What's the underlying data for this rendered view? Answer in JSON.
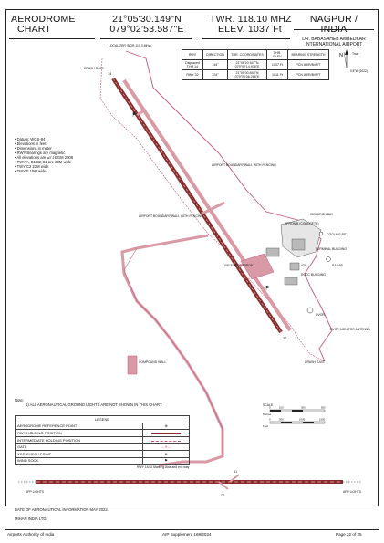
{
  "header": {
    "title_left_1": "AERODROME",
    "title_left_2": "CHART",
    "coord_lat": "21°05'30.149\"N",
    "coord_lon": "079°02'53.587\"E",
    "twr": "TWR. 118.10 MHZ",
    "elev": "ELEV. 1037 Ft",
    "city": "NAGPUR / INDIA",
    "airport_1": "DR. BABASAHEB AMBEDKAR",
    "airport_2": "INTERNATIONAL AIRPORT"
  },
  "bearing_table": {
    "headers": [
      "RWY",
      "DIRECTION",
      "THR. COORDINATES",
      "THR. ELEV",
      "BEARING STRENGTH"
    ],
    "rows": [
      [
        "Displaced THR 14",
        "144°",
        "21°06'20.547\"N 079°02'14.976\"E",
        "1037 Ft",
        "PCN 68/R/B/W/T"
      ],
      [
        "RWY 32",
        "324°",
        "21°05'00.843\"N 079°03'08.286\"E",
        "1011 Ft",
        "PCN 68/R/B/W/T"
      ]
    ]
  },
  "north": {
    "n_true": "N",
    "true_label": "True",
    "var": "0.5°W (2022)"
  },
  "notes_list": [
    "Datum: WGS-84",
    "Elevations in feet",
    "Dimensions in meter",
    "RWY Bearings are magnetic",
    "All elevations are w.r.t EGM 2008",
    "TWY A, B1,B2,C1 are 23M wide",
    "TWY C2 23M wide",
    "TWY F 15M wide"
  ],
  "map_labels": {
    "localizer": "LOCALIZER (NGR 110.3 MHz)",
    "crash_gate_nw": "CRASH GATE",
    "boundary_wall_ne": "AIRPORT BOUNDARY WALL WITH FENCING",
    "boundary_wall_w": "AIRPORT BOUNDARY WALL WITH FENCING",
    "isolation_bay": "ISOLATION BAY",
    "apron": "APRON B (CONCRETE)",
    "cooling_pit": "COOLING PIT",
    "terminal": "TERMINAL BUILDING",
    "atc": "ATC",
    "radar": "RADAR",
    "rocc": "ROCC BUILDING",
    "air_force_apron": "AIR FORCE APRON",
    "dvor": "DVOR",
    "dvor_ant": "DVOR MONITOR ANTENNA",
    "crash_gate_se": "CRASH GATE",
    "compound_wall": "COMPOUND WALL",
    "marking": "RWY 14/32 Marking Aids and exit way",
    "app_left": "APP LIGHTS",
    "app_right": "APP LIGHTS",
    "twy_b1": "B1",
    "twy_c1": "C1",
    "rwy_14": "14",
    "rwy_32": "32"
  },
  "ground_note": {
    "head": "Note:",
    "text": "1)   ALL AERONAUTICAL GROUND LIGHTS ARE NOT SHOWN IN THIS CHART."
  },
  "legend": {
    "title": "LEGEND",
    "items": [
      "AERODROME REFERENCE POINT",
      "RWY HOLDING POSITION",
      "INTERMEDIATE HOLDING POSITION",
      "GATE",
      "VOR CHECK POINT",
      "WIND SOCK"
    ]
  },
  "scale": {
    "title": "SCALE",
    "metres_label": "Metres",
    "feet_label": "Feet",
    "metres_ticks": [
      "0",
      "100",
      "300",
      "500"
    ],
    "feet_ticks": [
      "0",
      "500",
      "1000",
      "1500"
    ]
  },
  "footer": {
    "date": "DATE OF AERONAUTICAL INFORMATION MAY 2022.",
    "company": "MIHAN INDIA LTD.",
    "left": "Airports Authority of India",
    "center": "AIP Supplement 169/2024",
    "right": "Page 22 of 25"
  },
  "colors": {
    "runway": "#8a2a2a",
    "taxiway": "#d99aa6",
    "boundary": "#c4577a",
    "building": "#b9b9b9",
    "line": "#222222"
  }
}
